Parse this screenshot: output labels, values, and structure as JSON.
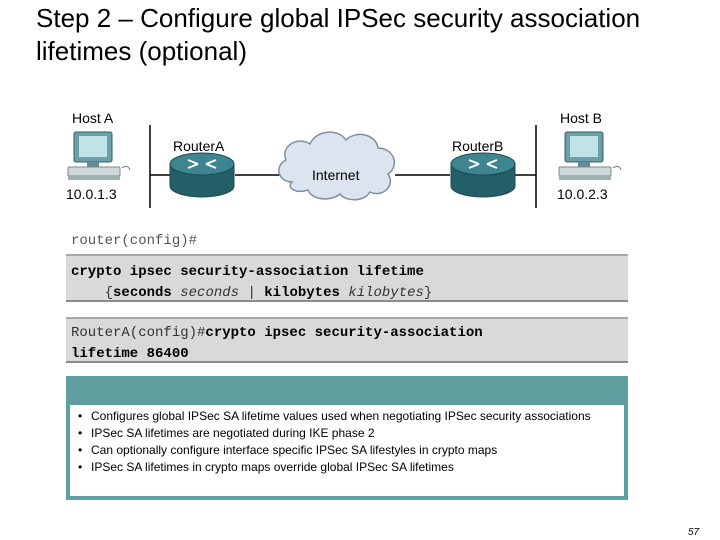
{
  "title": "Step 2 – Configure global IPSec security association lifetimes (optional)",
  "diagram": {
    "host_a_label": "Host A",
    "host_b_label": "Host B",
    "router_a_label": "RouterA",
    "router_b_label": "RouterB",
    "cloud_label": "Internet",
    "host_a_ip": "10.0.1.3",
    "host_b_ip": "10.0.2.3"
  },
  "prompt": "router(config)#",
  "syntax": {
    "line1": "crypto ipsec security-association lifetime",
    "open_brace": "{",
    "seconds_kw": "seconds",
    "seconds_arg": "seconds",
    "separator": "|",
    "kilobytes_kw": "kilobytes",
    "kilobytes_arg": "kilobytes",
    "close_brace": "}"
  },
  "example": {
    "prompt": "RouterA(config)#",
    "command": "crypto ipsec security-association",
    "line2": "lifetime 86400"
  },
  "notes": [
    "Configures global IPSec SA lifetime values used when negotiating IPSec security associations",
    "IPSec SA lifetimes are negotiated during IKE phase 2",
    "Can optionally configure interface specific IPSec SA lifestyles in crypto maps",
    "IPSec SA lifetimes in crypto maps override global IPSec SA lifetimes"
  ],
  "page_number": "57",
  "colors": {
    "router": "#2f6f7a",
    "cloud": "#dbe4ef",
    "notes_header": "#5f9f9f",
    "code_box": "#d9d9d9"
  }
}
